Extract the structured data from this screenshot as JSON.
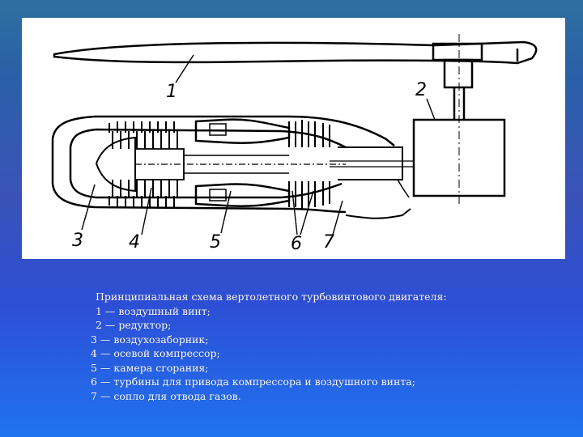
{
  "diagram": {
    "callouts": [
      "1",
      "2",
      "3",
      "4",
      "5",
      "6",
      "7"
    ]
  },
  "caption": {
    "title": "Принципиальная схема вертолетного турбовинтового двигателя:",
    "items": [
      "1 — воздушный винт;",
      "2 — редуктор;",
      "3 — воздухозаборник;",
      "4 — осевой компрессор;",
      "5 — камера сгорания;",
      "6 — турбины для привода компрессора и воздушного винта;",
      "7 — сопло для отвода газов."
    ]
  }
}
